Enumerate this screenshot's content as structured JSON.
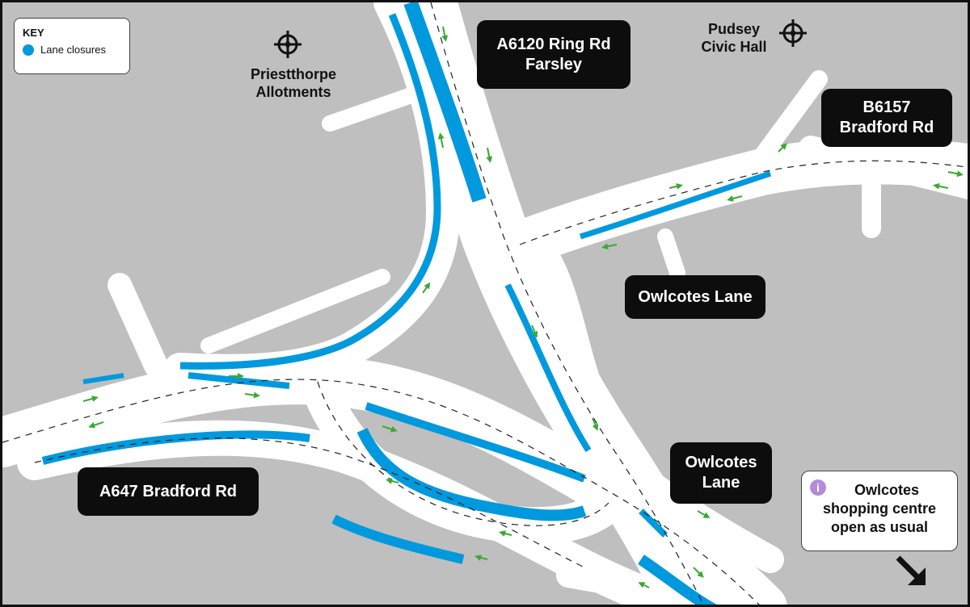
{
  "key": {
    "title": "KEY",
    "items": [
      {
        "label": "Lane closures",
        "color": "#0099dd"
      }
    ]
  },
  "road_labels": {
    "ring_road": {
      "line1": "A6120 Ring Rd",
      "line2": "Farsley"
    },
    "b6157": {
      "line1": "B6157",
      "line2": "Bradford Rd"
    },
    "owlcotes_upper": "Owlcotes Lane",
    "owlcotes_lower": {
      "line1": "Owlcotes",
      "line2": "Lane"
    },
    "a647": "A647 Bradford Rd"
  },
  "landmarks": {
    "allotments": {
      "line1": "Priestthorpe",
      "line2": "Allotments",
      "icon": "crosshair-icon"
    },
    "civic_hall": {
      "line1": "Pudsey",
      "line2": "Civic Hall",
      "icon": "crosshair-icon"
    }
  },
  "info_box": {
    "icon": "info-icon",
    "icon_glyph": "i",
    "line1": "Owlcotes",
    "line2": "shopping centre",
    "line3": "open as usual"
  },
  "colors": {
    "background": "#bfbfbf",
    "road": "#ffffff",
    "lane_closure": "#0099dd",
    "arrow": "#3aa935",
    "label_bg": "#0d0d0d"
  }
}
